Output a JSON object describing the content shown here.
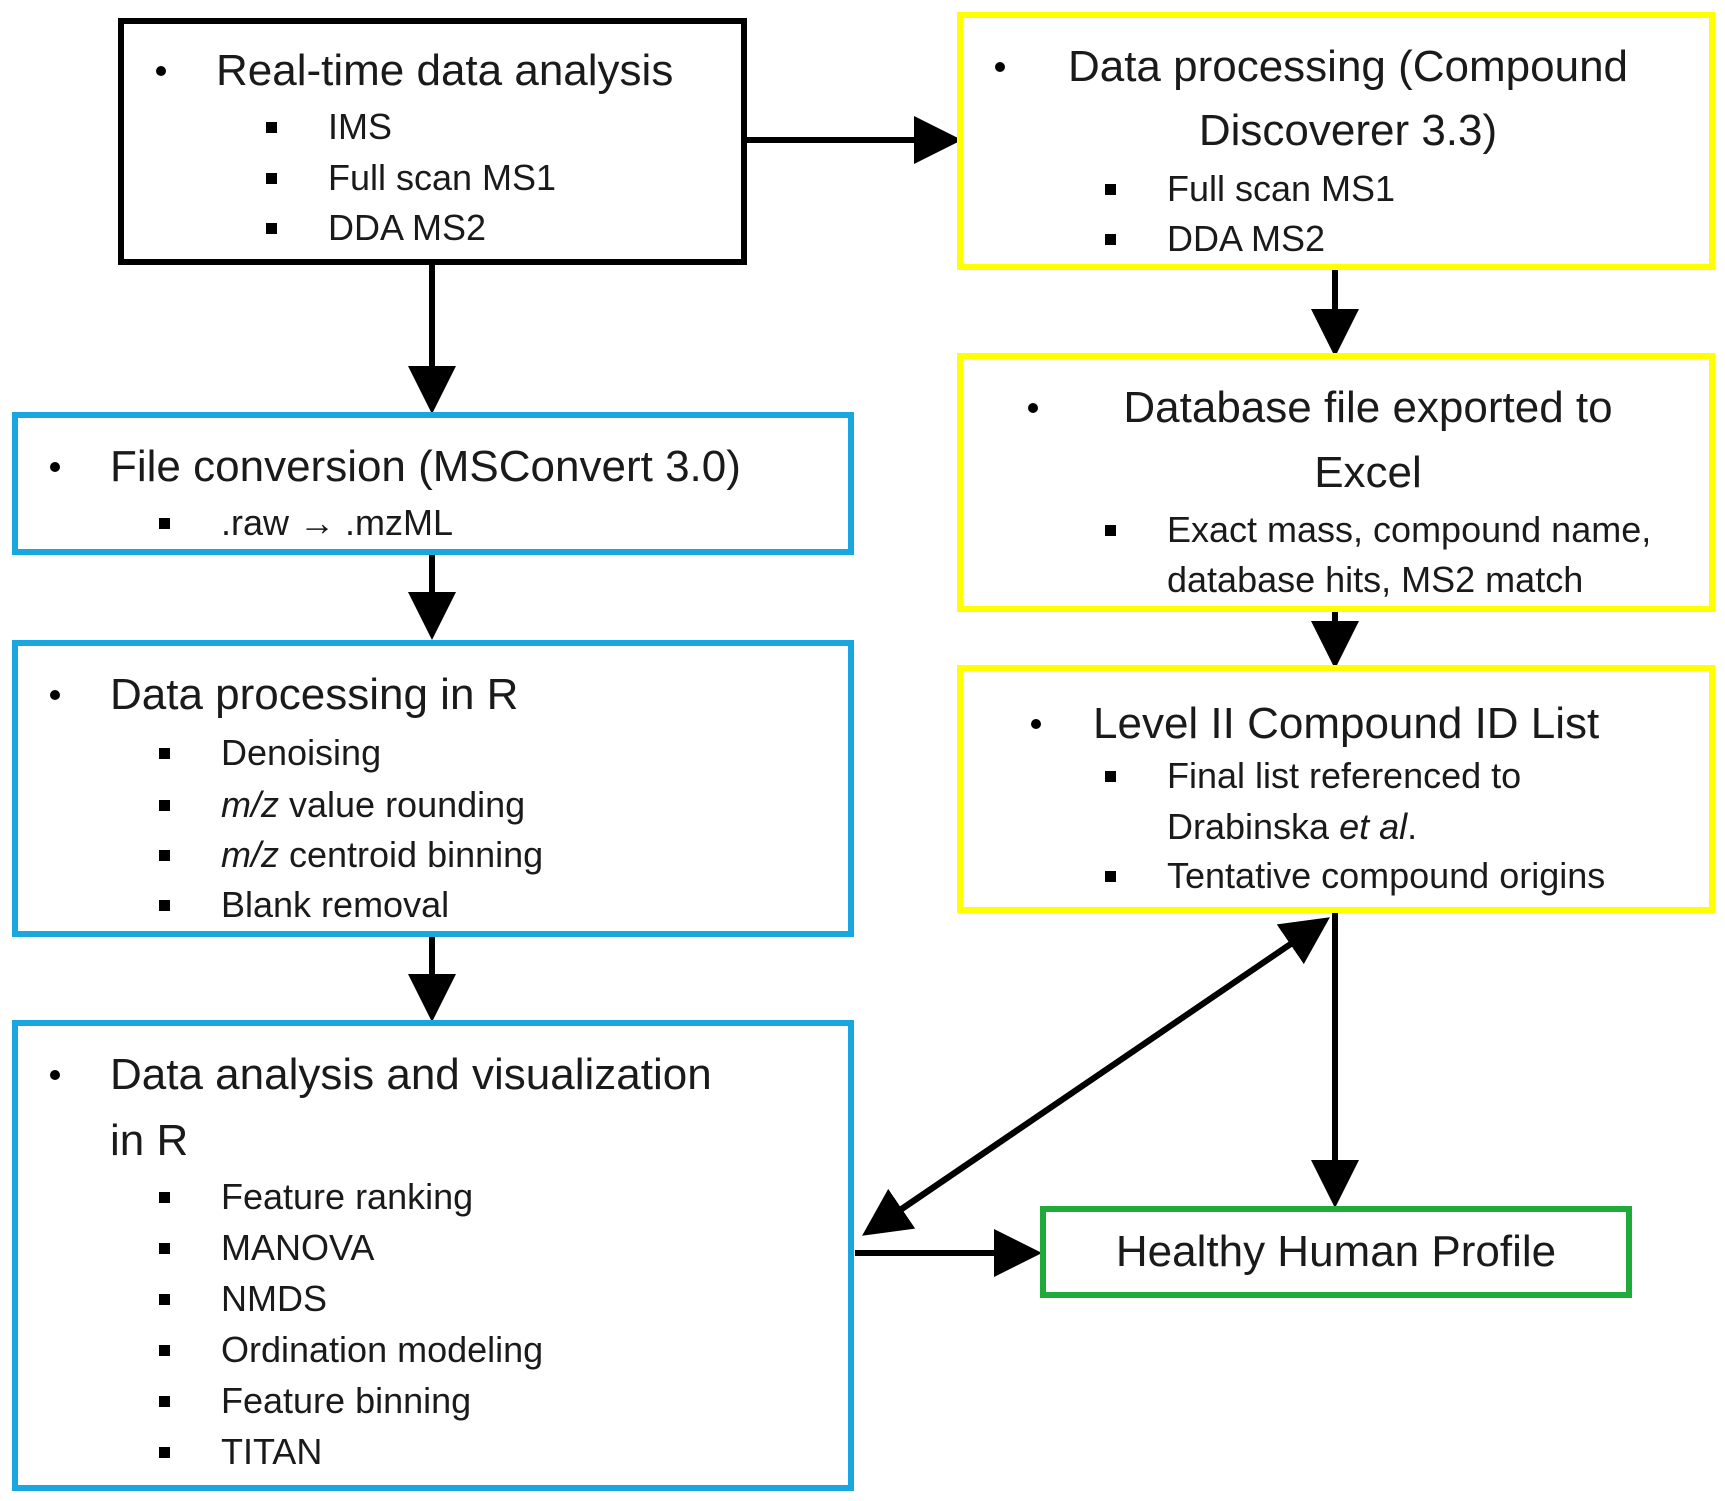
{
  "boxes": {
    "realtime": {
      "title": "Real-time data analysis",
      "items": [
        "IMS",
        "Full scan MS1",
        "DDA MS2"
      ]
    },
    "cd": {
      "title_line1": "Data processing (Compound",
      "title_line2": "Discoverer 3.3)",
      "items": [
        "Full scan MS1",
        "DDA MS2"
      ]
    },
    "db": {
      "title_line1": "Database file exported to",
      "title_line2": "Excel",
      "item_line1": "Exact mass, compound name,",
      "item_line2": "database hits, MS2 match"
    },
    "level2": {
      "title": "Level II Compound ID List",
      "item1_line1": "Final list referenced to",
      "item1_line2_prefix": "Drabinska ",
      "item1_line2_em": "et al",
      "item1_line2_suffix": ".",
      "item2": "Tentative compound origins"
    },
    "fileconv": {
      "title": "File conversion (MSConvert 3.0)",
      "item": ".raw → .mzML"
    },
    "dpr": {
      "title": "Data processing in R",
      "items": [
        {
          "em": "",
          "text": "Denoising"
        },
        {
          "em": "m/z",
          "text": " value rounding"
        },
        {
          "em": "m/z",
          "text": " centroid binning"
        },
        {
          "em": "",
          "text": "Blank removal"
        }
      ]
    },
    "dav": {
      "title_line1": "Data analysis and visualization",
      "title_line2": "in R",
      "items": [
        "Feature ranking",
        "MANOVA",
        "NMDS",
        "Ordination modeling",
        "Feature binning",
        "TITAN"
      ]
    },
    "hhp": {
      "title": "Healthy Human Profile"
    }
  },
  "colors": {
    "realtime_border": "#000000",
    "compound_discoverer_border": "#ffff00",
    "r_pipeline_border": "#1aa7e0",
    "profile_border": "#1faa3a",
    "arrow": "#000000"
  }
}
